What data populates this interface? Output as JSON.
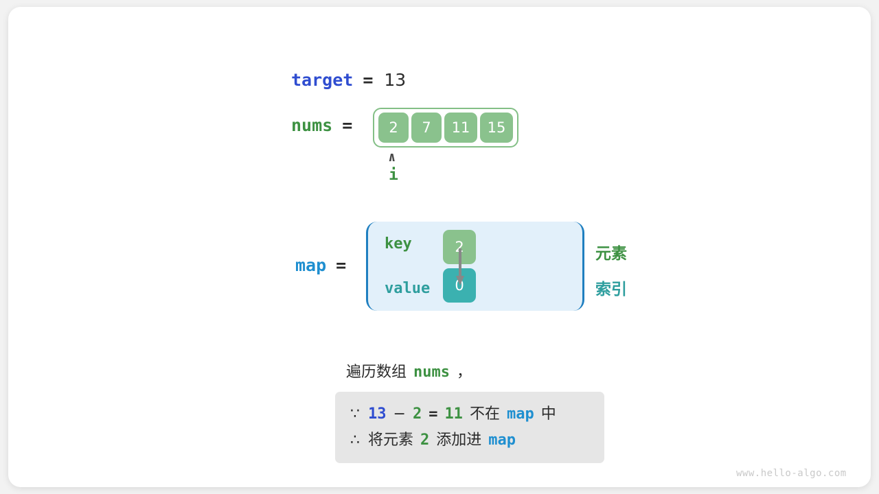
{
  "target": {
    "name": "target",
    "equals": "=",
    "value": "13"
  },
  "nums": {
    "name": "nums",
    "equals": "=",
    "cells": [
      "2",
      "7",
      "11",
      "15"
    ],
    "pointer_caret": "∧",
    "pointer_label": "i"
  },
  "map": {
    "name": "map",
    "equals": "=",
    "key_label": "key",
    "value_label": "value",
    "key_cell": "2",
    "value_cell": "0",
    "legend_element": "元素",
    "legend_index": "索引"
  },
  "caption": {
    "text_prefix": "遍历数组",
    "code": "nums",
    "text_suffix": "，"
  },
  "conclusion": {
    "line1": {
      "because_symbol": "∵",
      "target": "13",
      "minus": "−",
      "num": "2",
      "equals": "=",
      "result": "11",
      "text_mid": "不在",
      "map": "map",
      "text_end": "中"
    },
    "line2": {
      "therefore_symbol": "∴",
      "text_start": "将元素",
      "num": "2",
      "text_mid": "添加进",
      "map": "map"
    }
  },
  "watermark": "www.hello-algo.com",
  "colors": {
    "green": "#3d9142",
    "green_fill": "#8ac28d",
    "teal": "#2e9e9e",
    "teal_fill": "#3bb1b0",
    "blue": "#2f4dd0",
    "light_blue": "#1f8fd0",
    "map_bg": "#e2f0fa",
    "map_border": "#1f7fc0",
    "box_bg": "#e6e6e6",
    "text": "#2b2b2b",
    "page_bg": "#f2f2f2",
    "card_bg": "#ffffff"
  }
}
